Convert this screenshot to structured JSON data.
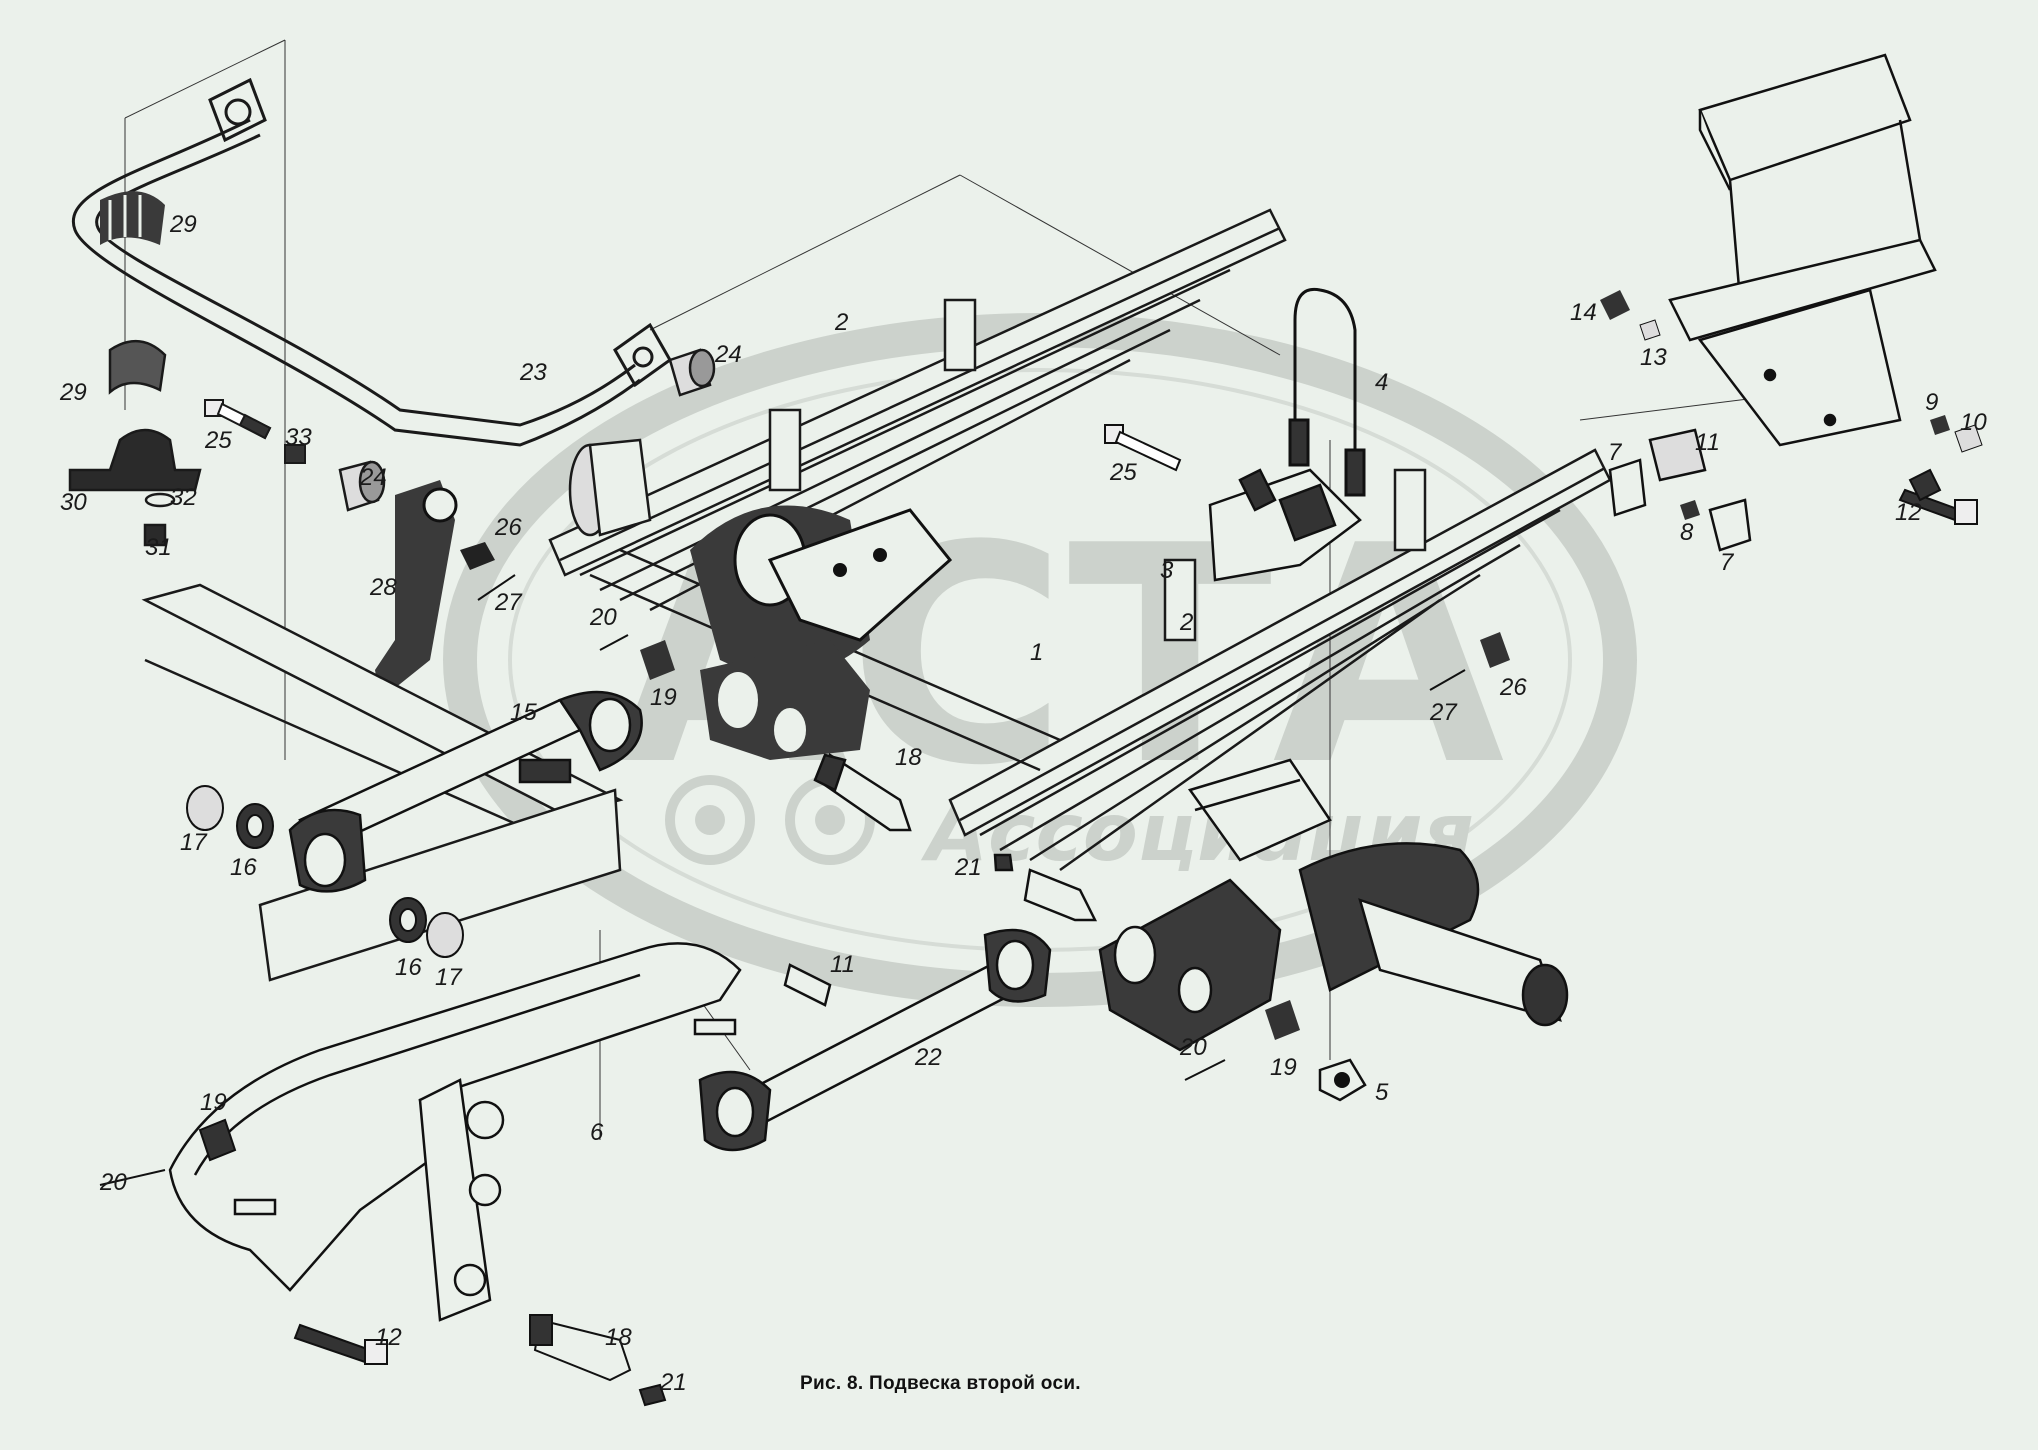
{
  "caption": "Рис. 8. Подвеска второй оси.",
  "watermark": {
    "title": "АСТА",
    "subtitle": "Ассоциация",
    "color": "#c9cfc9"
  },
  "colors": {
    "paper": "#ebf1eb",
    "ink": "#1a1a1a",
    "shade": "#3a3a3a"
  },
  "callouts": [
    "1",
    "2",
    "2",
    "3",
    "4",
    "5",
    "6",
    "7",
    "7",
    "8",
    "9",
    "10",
    "11",
    "11",
    "12",
    "12",
    "13",
    "14",
    "15",
    "16",
    "16",
    "17",
    "17",
    "18",
    "18",
    "19",
    "19",
    "19",
    "20",
    "20",
    "20",
    "21",
    "21",
    "22",
    "23",
    "24",
    "24",
    "25",
    "25",
    "26",
    "26",
    "27",
    "27",
    "28",
    "29",
    "29",
    "30",
    "31",
    "32",
    "33"
  ]
}
